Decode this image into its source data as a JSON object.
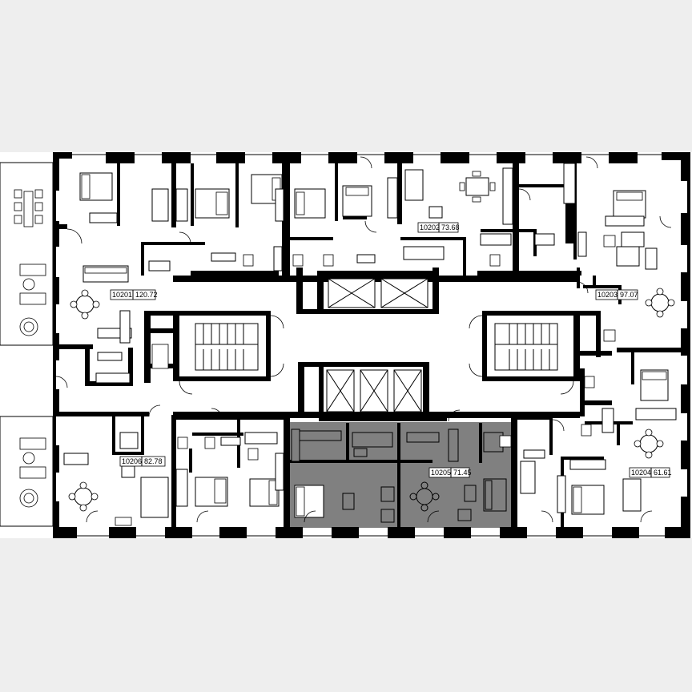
{
  "plan": {
    "highlight_color": "#808080",
    "wall_color": "#000000",
    "background_color": "#eeeeee"
  },
  "units": [
    {
      "id": "u10201",
      "number": "10201",
      "area": "120.72",
      "highlighted": false
    },
    {
      "id": "u10202",
      "number": "10202",
      "area": "73.68",
      "highlighted": false
    },
    {
      "id": "u10203",
      "number": "10203",
      "area": "97.07",
      "highlighted": false
    },
    {
      "id": "u10204",
      "number": "10204",
      "area": "61.61",
      "highlighted": false
    },
    {
      "id": "u10205",
      "number": "10205",
      "area": "71.45",
      "highlighted": true
    },
    {
      "id": "u10206",
      "number": "10206",
      "area": "82.78",
      "highlighted": false
    }
  ]
}
